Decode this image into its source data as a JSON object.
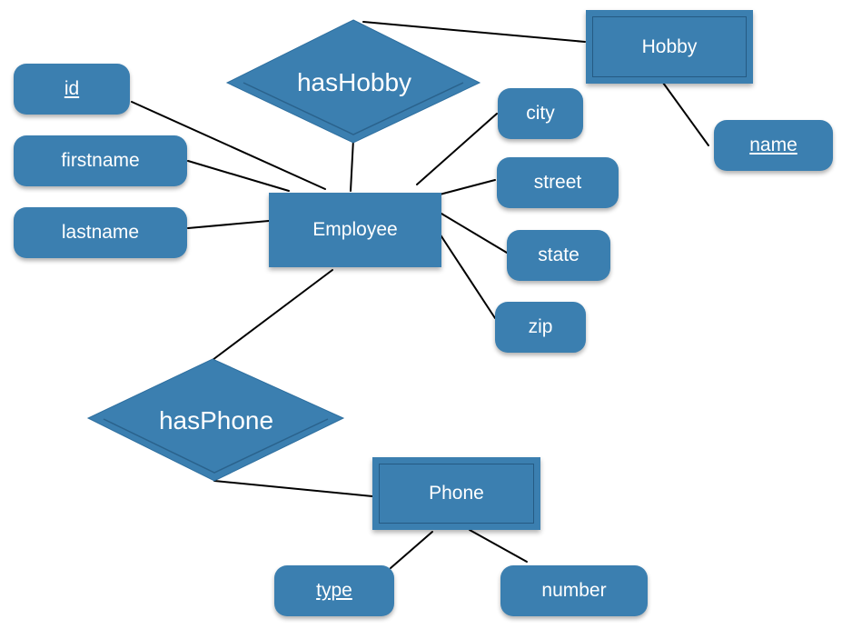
{
  "colors": {
    "fill": "#3b7fb0",
    "inner_line": "#2a628c",
    "text": "#ffffff",
    "edge": "#000000"
  },
  "entities": {
    "employee": "Employee",
    "hobby": "Hobby",
    "phone": "Phone"
  },
  "relationships": {
    "has_hobby": "hasHobby",
    "has_phone": "hasPhone"
  },
  "attributes": {
    "id": "id",
    "firstname": "firstname",
    "lastname": "lastname",
    "city": "city",
    "street": "street",
    "state": "state",
    "zip": "zip",
    "name": "name",
    "type": "type",
    "number": "number"
  }
}
